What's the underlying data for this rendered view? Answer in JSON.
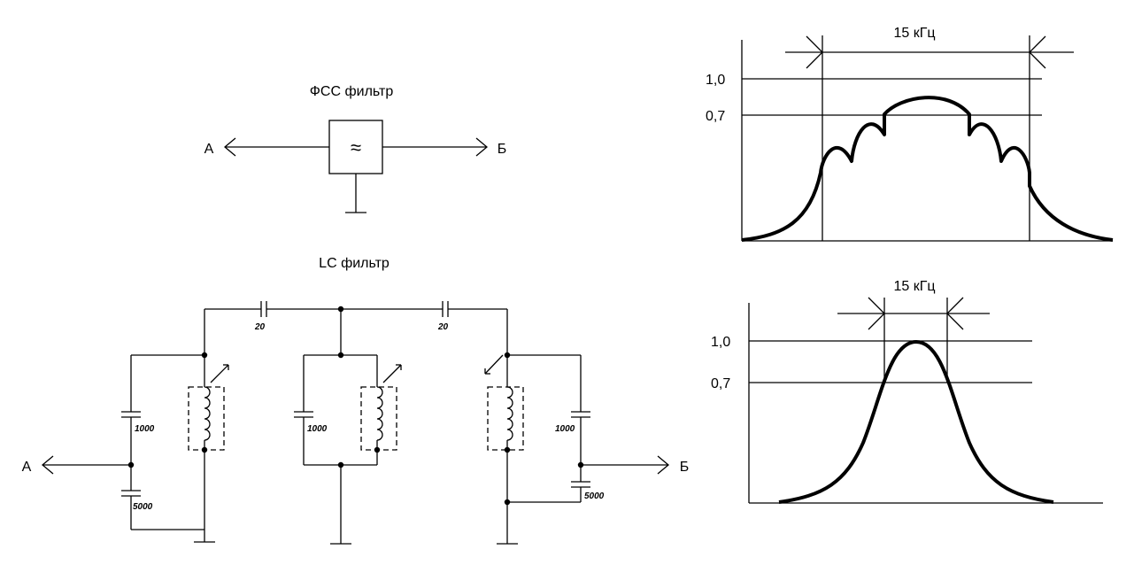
{
  "fss": {
    "title": "ФСС фильтр",
    "in_label": "А",
    "out_label": "Б",
    "filter_symbol": "≈"
  },
  "lc": {
    "title": "LC фильтр",
    "in_label": "А",
    "out_label": "Б",
    "cap_couple_1": "20",
    "cap_couple_2": "20",
    "cap_left_top": "1000",
    "cap_left_bottom": "5000",
    "cap_mid": "1000",
    "cap_right_top": "1000",
    "cap_right_bottom": "5000"
  },
  "response_top": {
    "bandwidth_label": "15 кГц",
    "level_high": "1,0",
    "level_low": "0,7"
  },
  "response_bottom": {
    "bandwidth_label": "15 кГц",
    "level_high": "1,0",
    "level_low": "0,7"
  }
}
